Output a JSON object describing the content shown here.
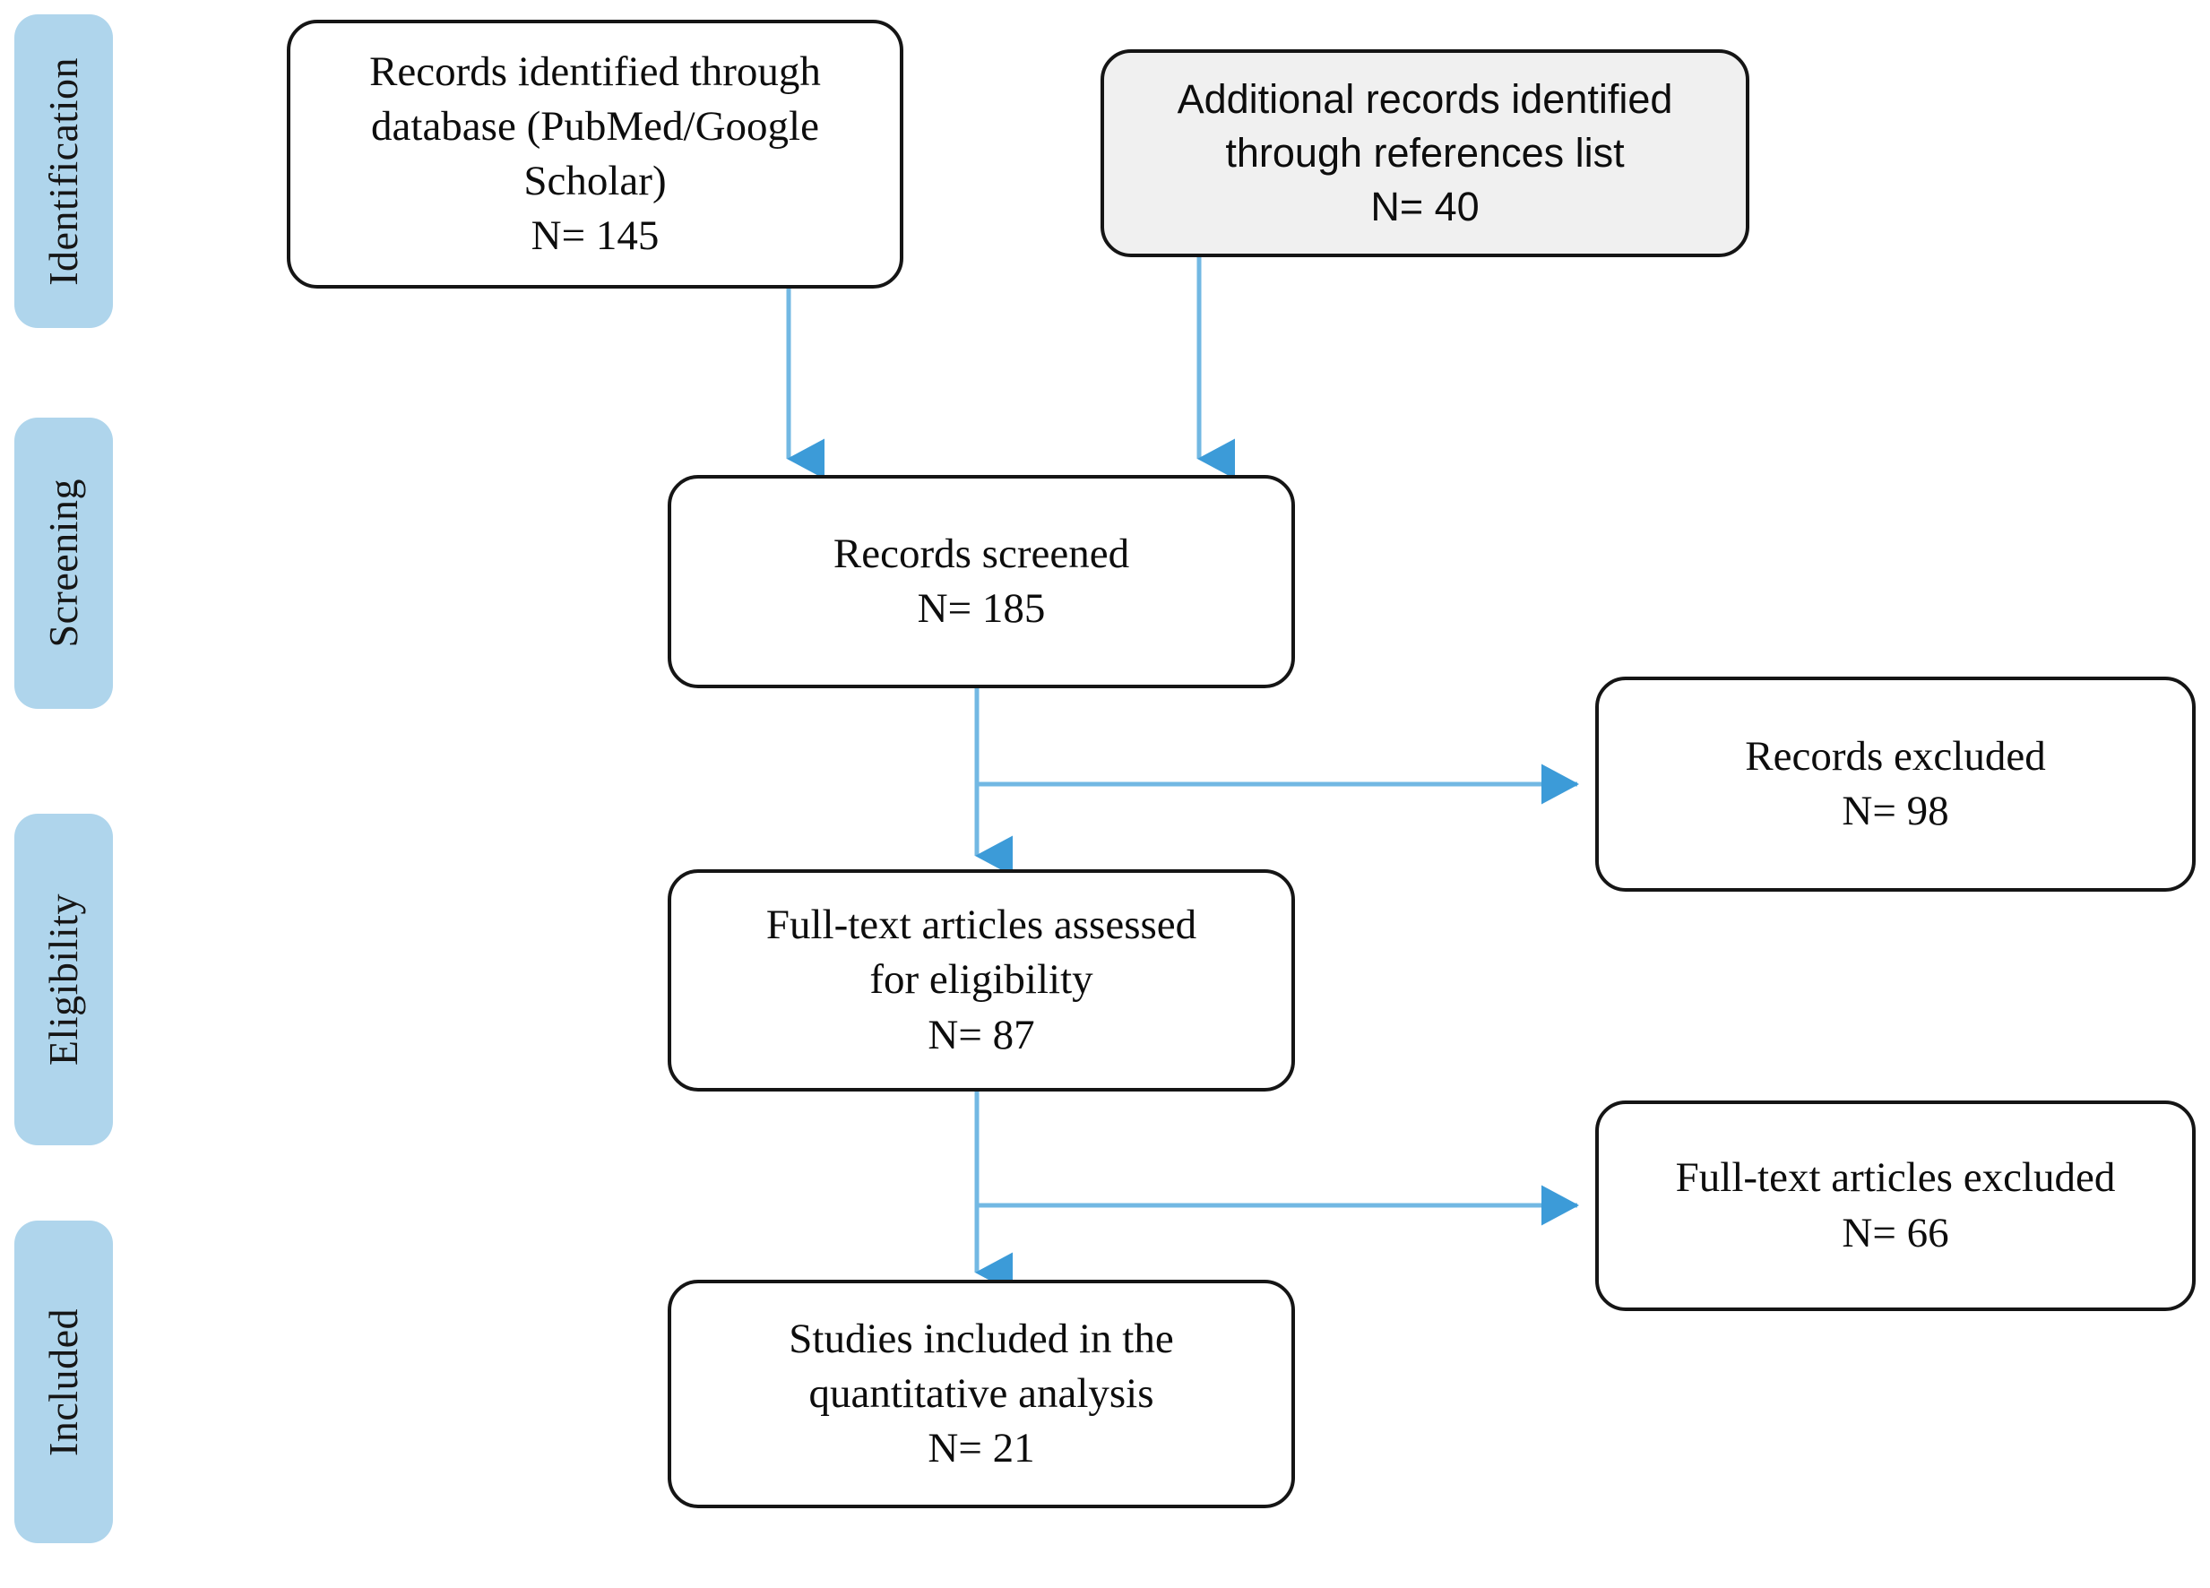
{
  "diagram": {
    "type": "prisma-flow-diagram",
    "title": "",
    "accent_color": "#AFD5EC",
    "arrow_color": "#4FA3DB",
    "box_border_color": "#151515",
    "gray_box_fill": "#F0F0F0"
  },
  "stages": [
    {
      "id": "identification",
      "label": "Identification"
    },
    {
      "id": "screening",
      "label": "Screening"
    },
    {
      "id": "eligibility",
      "label": "Eligibility"
    },
    {
      "id": "included",
      "label": "Included"
    }
  ],
  "boxes": {
    "records_identified": {
      "text": "Records identified through\ndatabase (PubMed/Google\nScholar)\nN= 145",
      "n": 145,
      "fill": "white"
    },
    "additional_records": {
      "text": "Additional records identified\nthrough references list\nN= 40",
      "n": 40,
      "fill": "gray"
    },
    "records_screened": {
      "text": "Records screened\nN= 185",
      "n": 185,
      "fill": "white"
    },
    "records_excluded": {
      "text": "Records excluded\nN= 98",
      "n": 98,
      "fill": "white"
    },
    "fulltext_assessed": {
      "text": "Full-text articles assessed\nfor eligibility\nN=  87",
      "n": 87,
      "fill": "white"
    },
    "fulltext_excluded": {
      "text": "Full-text articles excluded\nN= 66",
      "n": 66,
      "fill": "white"
    },
    "studies_included": {
      "text": "Studies included in the\nquantitative analysis\nN=  21",
      "n": 21,
      "fill": "white"
    }
  },
  "flow_data": {
    "type": "flowchart",
    "nodes": [
      {
        "id": "records_identified",
        "stage": "identification",
        "n": 145
      },
      {
        "id": "additional_records",
        "stage": "identification",
        "n": 40
      },
      {
        "id": "records_screened",
        "stage": "screening",
        "n": 185
      },
      {
        "id": "records_excluded",
        "stage": "screening",
        "n": 98
      },
      {
        "id": "fulltext_assessed",
        "stage": "eligibility",
        "n": 87
      },
      {
        "id": "fulltext_excluded",
        "stage": "eligibility",
        "n": 66
      },
      {
        "id": "studies_included",
        "stage": "included",
        "n": 21
      }
    ],
    "edges": [
      {
        "from": "records_identified",
        "to": "records_screened",
        "direction": "down"
      },
      {
        "from": "additional_records",
        "to": "records_screened",
        "direction": "down"
      },
      {
        "from": "records_screened",
        "to": "fulltext_assessed",
        "direction": "down"
      },
      {
        "from": "records_screened",
        "to": "records_excluded",
        "direction": "right"
      },
      {
        "from": "fulltext_assessed",
        "to": "studies_included",
        "direction": "down"
      },
      {
        "from": "fulltext_assessed",
        "to": "fulltext_excluded",
        "direction": "right"
      }
    ]
  }
}
